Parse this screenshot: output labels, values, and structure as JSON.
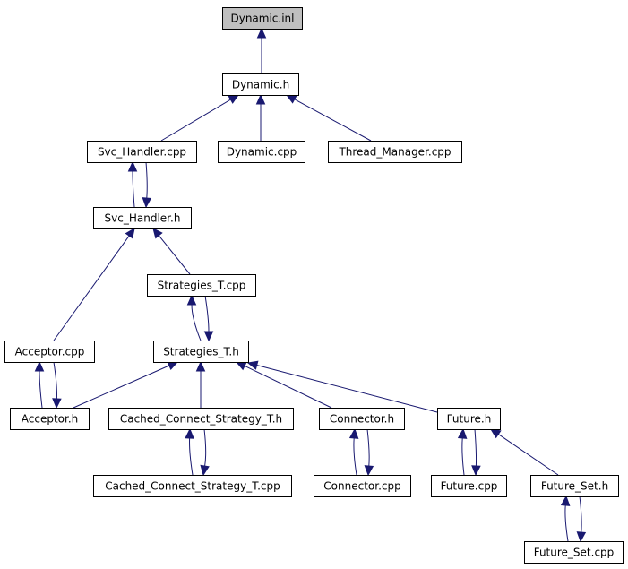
{
  "nodes": [
    {
      "id": "dynamic_inl",
      "label": "Dynamic.inl",
      "root": true
    },
    {
      "id": "dynamic_h",
      "label": "Dynamic.h"
    },
    {
      "id": "svc_handler_cpp",
      "label": "Svc_Handler.cpp"
    },
    {
      "id": "dynamic_cpp",
      "label": "Dynamic.cpp"
    },
    {
      "id": "thread_manager_cpp",
      "label": "Thread_Manager.cpp"
    },
    {
      "id": "svc_handler_h",
      "label": "Svc_Handler.h"
    },
    {
      "id": "strategies_t_cpp",
      "label": "Strategies_T.cpp"
    },
    {
      "id": "acceptor_cpp",
      "label": "Acceptor.cpp"
    },
    {
      "id": "strategies_t_h",
      "label": "Strategies_T.h"
    },
    {
      "id": "acceptor_h",
      "label": "Acceptor.h"
    },
    {
      "id": "cached_connect_strategy_t_h",
      "label": "Cached_Connect_Strategy_T.h"
    },
    {
      "id": "connector_h",
      "label": "Connector.h"
    },
    {
      "id": "future_h",
      "label": "Future.h"
    },
    {
      "id": "cached_connect_strategy_t_cpp",
      "label": "Cached_Connect_Strategy_T.cpp"
    },
    {
      "id": "connector_cpp",
      "label": "Connector.cpp"
    },
    {
      "id": "future_cpp",
      "label": "Future.cpp"
    },
    {
      "id": "future_set_h",
      "label": "Future_Set.h"
    },
    {
      "id": "future_set_cpp",
      "label": "Future_Set.cpp"
    }
  ],
  "edges": [
    {
      "from": "dynamic_h",
      "to": "dynamic_inl"
    },
    {
      "from": "svc_handler_cpp",
      "to": "dynamic_h"
    },
    {
      "from": "dynamic_cpp",
      "to": "dynamic_h"
    },
    {
      "from": "thread_manager_cpp",
      "to": "dynamic_h"
    },
    {
      "from": "svc_handler_h",
      "to": "svc_handler_cpp"
    },
    {
      "from": "svc_handler_cpp",
      "to": "svc_handler_h"
    },
    {
      "from": "acceptor_cpp",
      "to": "svc_handler_h"
    },
    {
      "from": "strategies_t_cpp",
      "to": "svc_handler_h"
    },
    {
      "from": "strategies_t_h",
      "to": "strategies_t_cpp"
    },
    {
      "from": "strategies_t_cpp",
      "to": "strategies_t_h"
    },
    {
      "from": "acceptor_h",
      "to": "acceptor_cpp"
    },
    {
      "from": "acceptor_cpp",
      "to": "acceptor_h"
    },
    {
      "from": "acceptor_h",
      "to": "strategies_t_h"
    },
    {
      "from": "cached_connect_strategy_t_h",
      "to": "strategies_t_h"
    },
    {
      "from": "connector_h",
      "to": "strategies_t_h"
    },
    {
      "from": "future_h",
      "to": "strategies_t_h"
    },
    {
      "from": "cached_connect_strategy_t_cpp",
      "to": "cached_connect_strategy_t_h"
    },
    {
      "from": "cached_connect_strategy_t_h",
      "to": "cached_connect_strategy_t_cpp"
    },
    {
      "from": "connector_cpp",
      "to": "connector_h"
    },
    {
      "from": "connector_h",
      "to": "connector_cpp"
    },
    {
      "from": "future_cpp",
      "to": "future_h"
    },
    {
      "from": "future_h",
      "to": "future_cpp"
    },
    {
      "from": "future_set_h",
      "to": "future_h"
    },
    {
      "from": "future_set_cpp",
      "to": "future_set_h"
    },
    {
      "from": "future_set_h",
      "to": "future_set_cpp"
    }
  ],
  "colors": {
    "edge": "#191970",
    "root_fill": "#bfbfbf",
    "node_fill": "#ffffff",
    "border": "#000000"
  }
}
